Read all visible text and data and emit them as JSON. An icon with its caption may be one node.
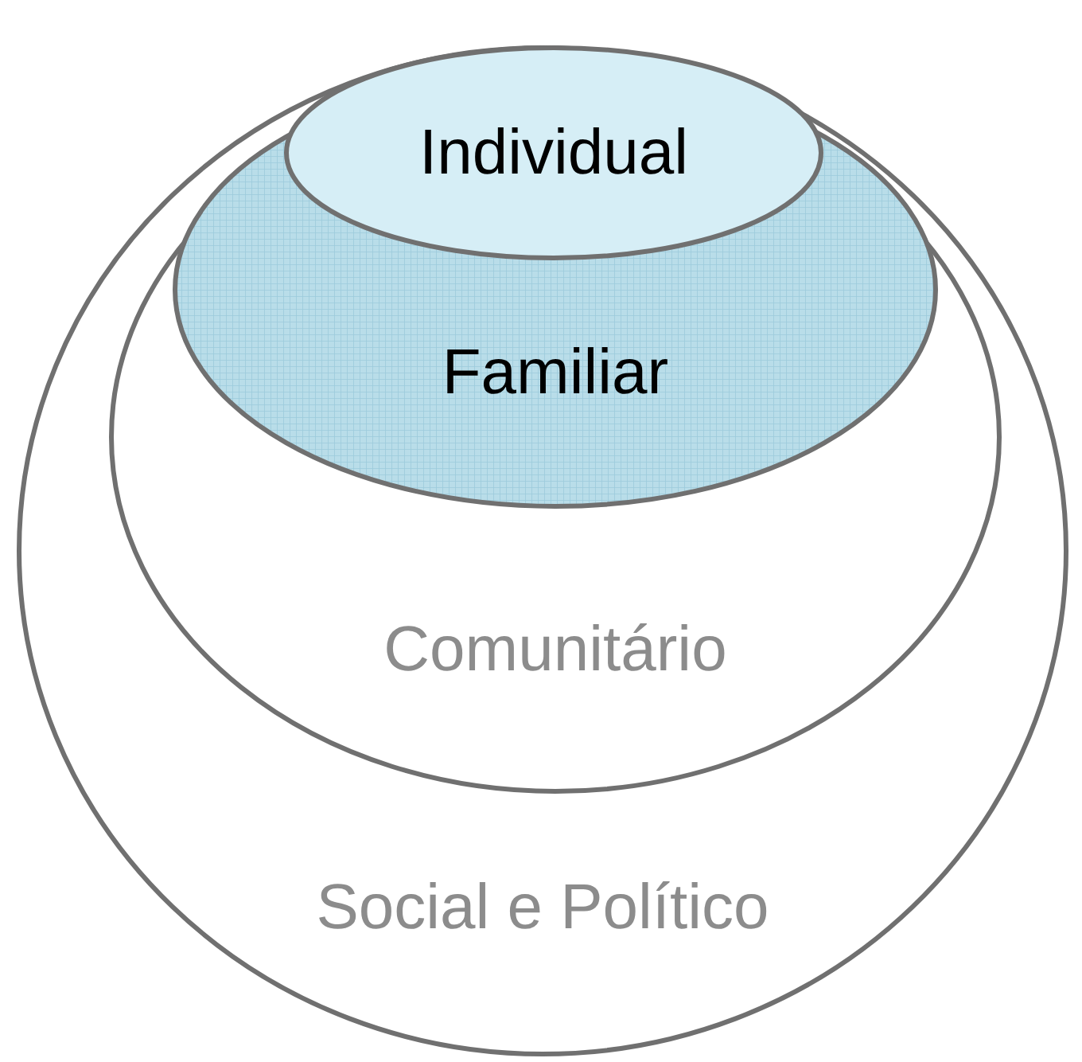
{
  "diagram": {
    "nodes": [
      {
        "text": [
          "Social e Político"
        ]
      },
      {
        "text": [
          "Comunitário"
        ],
        "in": 0
      },
      {
        "text": [
          "Familiar"
        ],
        "in": 1
      },
      {
        "text": [
          "Individual"
        ],
        "in": 0
      }
    ]
  }
}
